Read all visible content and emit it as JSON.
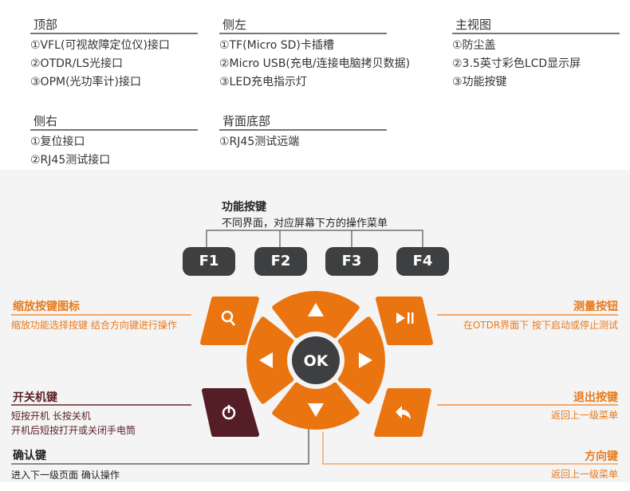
{
  "sections": [
    {
      "title": "顶部",
      "items": [
        "①VFL(可视故障定位仪)接口",
        "②OTDR/LS光接口",
        "③OPM(光功率计)接口"
      ]
    },
    {
      "title": "侧左",
      "items": [
        "①TF(Micro SD)卡插槽",
        "②Micro USB(充电/连接电脑拷贝数据)",
        "③LED充电指示灯"
      ]
    },
    {
      "title": "主视图",
      "items": [
        "①防尘盖",
        "②3.5英寸彩色LCD显示屏",
        "③功能按键"
      ]
    },
    {
      "title": "侧右",
      "items": [
        "①复位接口",
        "②RJ45测试接口"
      ]
    },
    {
      "title": "背面底部",
      "items": [
        "①RJ45测试远端"
      ]
    }
  ],
  "function_keys": {
    "title": "功能按键",
    "desc": "不同界面，对应屏幕下方的操作菜单",
    "keys": [
      "F1",
      "F2",
      "F3",
      "F4"
    ]
  },
  "ok_label": "OK",
  "callouts": {
    "zoom": {
      "title": "缩放按键图标",
      "desc": "缩放功能选择按键 结合方向键进行操作"
    },
    "power": {
      "title": "开关机键",
      "desc1": "短按开机 长按关机",
      "desc2": "开机后短按打开或关闭手电筒"
    },
    "confirm": {
      "title": "确认键",
      "desc": "进入下一级页面 确认操作"
    },
    "measure": {
      "title": "测量按钮",
      "desc": "在OTDR界面下 按下启动或停止测试"
    },
    "exit": {
      "title": "退出按键",
      "desc": "返回上一级菜单"
    },
    "direction": {
      "title": "方向键",
      "desc": "返回上一级菜单"
    }
  },
  "colors": {
    "orange": "#ea7510",
    "dark": "#3e3f41",
    "power": "#551e27"
  }
}
